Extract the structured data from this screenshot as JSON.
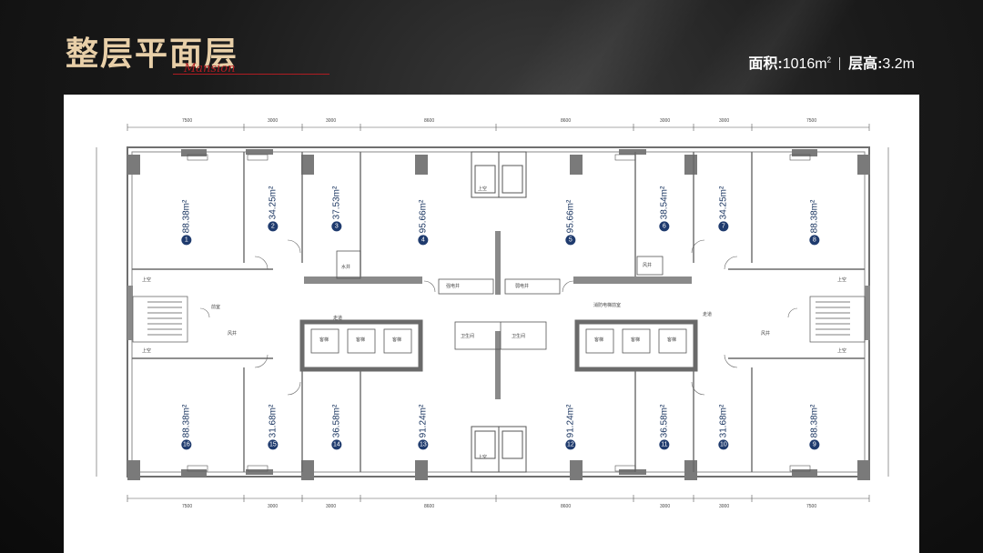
{
  "header": {
    "title": "整层平面层",
    "script": "Mansion"
  },
  "info": {
    "area_label": "面积:",
    "area_value": "1016m",
    "area_sup": "2",
    "height_label": "层高:",
    "height_value": "3.2m"
  },
  "dimensions": {
    "top": [
      "7500",
      "3000",
      "3000",
      "8600",
      "8600",
      "3000",
      "3000",
      "7500"
    ],
    "bottom": [
      "7500",
      "3000",
      "3000",
      "8600",
      "8600",
      "3000",
      "3000",
      "7500"
    ]
  },
  "units": [
    {
      "num": "1",
      "area": "88.38m²"
    },
    {
      "num": "2",
      "area": "34.25m²"
    },
    {
      "num": "3",
      "area": "37.53m²"
    },
    {
      "num": "4",
      "area": "95.66m²"
    },
    {
      "num": "5",
      "area": "95.66m²"
    },
    {
      "num": "6",
      "area": "38.54m²"
    },
    {
      "num": "7",
      "area": "34.25m²"
    },
    {
      "num": "8",
      "area": "88.38m²"
    },
    {
      "num": "16",
      "area": "88.38m²"
    },
    {
      "num": "15",
      "area": "31.68m²"
    },
    {
      "num": "14",
      "area": "36.58m²"
    },
    {
      "num": "13",
      "area": "91.24m²"
    },
    {
      "num": "12",
      "area": "91.24m²"
    },
    {
      "num": "11",
      "area": "36.58m²"
    },
    {
      "num": "10",
      "area": "31.68m²"
    },
    {
      "num": "9",
      "area": "88.38m²"
    }
  ],
  "plan_labels": {
    "shaft_water": "水井",
    "strong_elec": "强电井",
    "weak_elec": "弱电井",
    "wind_shaft": "风井",
    "fire_lobby": "消防电梯前室",
    "front_room": "前室",
    "corridor_left": "走道",
    "corridor_right": "走道",
    "void_1": "上空",
    "void_2": "上空",
    "void_3": "上空",
    "void_4": "上空",
    "void_top": "上空",
    "void_bottom": "上空",
    "wind_a": "风井",
    "wind_b": "风井",
    "elev_1": "客梯",
    "elev_2": "客梯",
    "elev_3": "客梯",
    "elev_4": "客梯",
    "elev_5": "客梯",
    "elev_6": "客梯",
    "wc_1": "卫生间",
    "wc_2": "卫生间"
  }
}
